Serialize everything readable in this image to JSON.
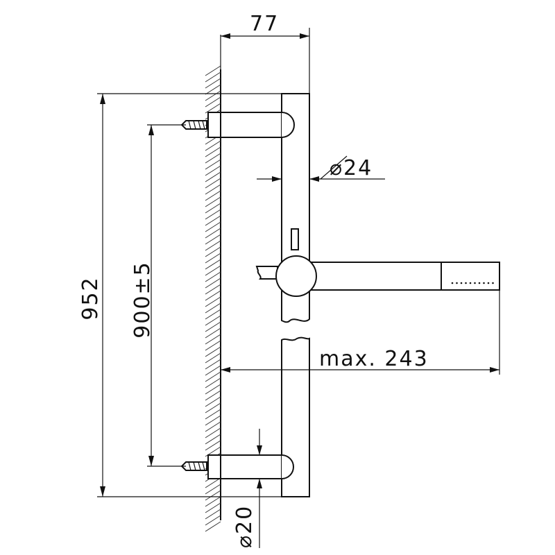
{
  "dimensions": {
    "depth": "77",
    "bar_diameter": "⌀24",
    "overall_height": "952",
    "mount_spacing": "900±5",
    "max_reach": "max. 243",
    "bracket_diameter": "⌀20"
  }
}
